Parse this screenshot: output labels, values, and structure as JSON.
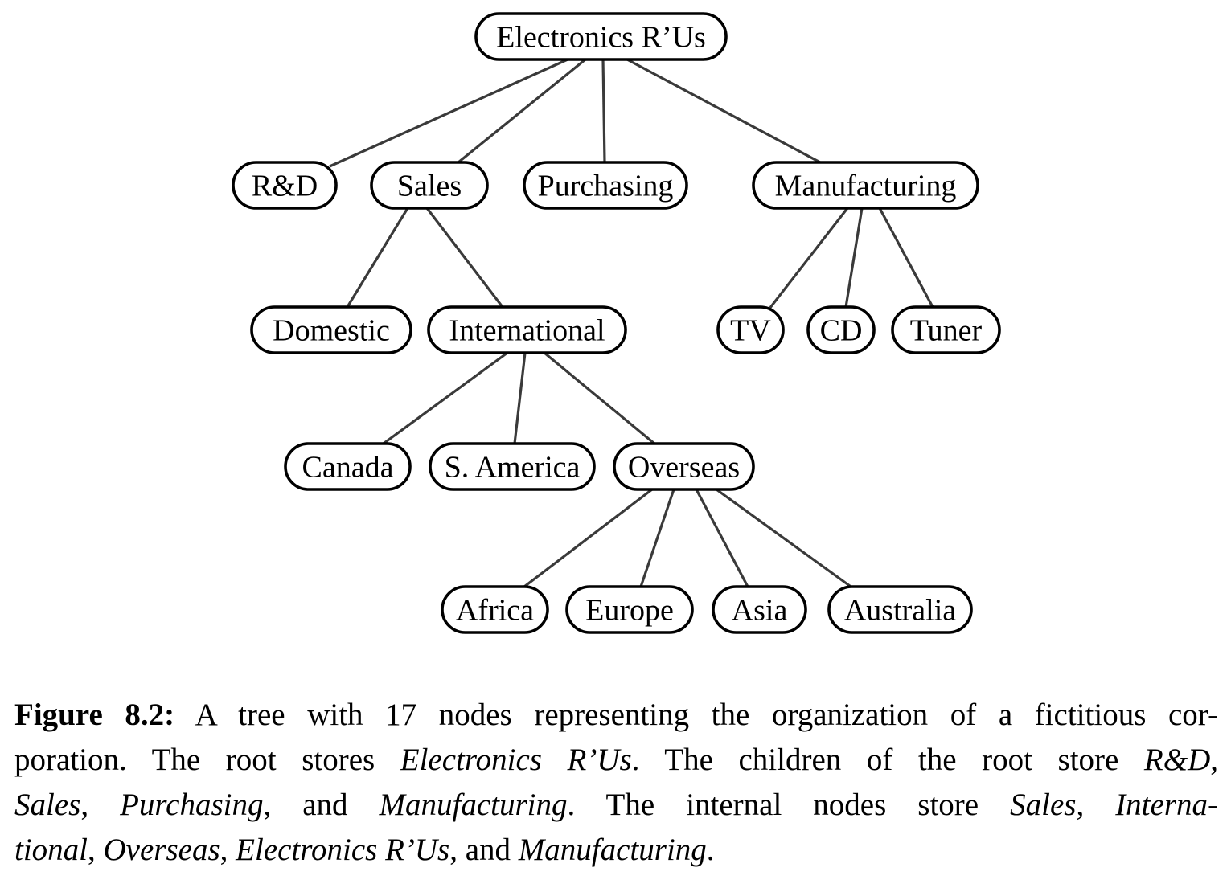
{
  "figure": {
    "nodes": [
      {
        "id": "root",
        "label": "Electronics R’Us"
      },
      {
        "id": "rd",
        "label": "R&D"
      },
      {
        "id": "sales",
        "label": "Sales"
      },
      {
        "id": "purchasing",
        "label": "Purchasing"
      },
      {
        "id": "manufacturing",
        "label": "Manufacturing"
      },
      {
        "id": "domestic",
        "label": "Domestic"
      },
      {
        "id": "international",
        "label": "International"
      },
      {
        "id": "tv",
        "label": "TV"
      },
      {
        "id": "cd",
        "label": "CD"
      },
      {
        "id": "tuner",
        "label": "Tuner"
      },
      {
        "id": "canada",
        "label": "Canada"
      },
      {
        "id": "samerica",
        "label": "S. America"
      },
      {
        "id": "overseas",
        "label": "Overseas"
      },
      {
        "id": "africa",
        "label": "Africa"
      },
      {
        "id": "europe",
        "label": "Europe"
      },
      {
        "id": "asia",
        "label": "Asia"
      },
      {
        "id": "australia",
        "label": "Australia"
      }
    ],
    "edges": [
      [
        "root",
        "rd"
      ],
      [
        "root",
        "sales"
      ],
      [
        "root",
        "purchasing"
      ],
      [
        "root",
        "manufacturing"
      ],
      [
        "sales",
        "domestic"
      ],
      [
        "sales",
        "international"
      ],
      [
        "manufacturing",
        "tv"
      ],
      [
        "manufacturing",
        "cd"
      ],
      [
        "manufacturing",
        "tuner"
      ],
      [
        "international",
        "canada"
      ],
      [
        "international",
        "samerica"
      ],
      [
        "international",
        "overseas"
      ],
      [
        "overseas",
        "africa"
      ],
      [
        "overseas",
        "europe"
      ],
      [
        "overseas",
        "asia"
      ],
      [
        "overseas",
        "australia"
      ]
    ]
  },
  "caption": {
    "label": "Figure 8.2:",
    "line1": "A tree with 17 nodes representing the organization of a fictitious cor-",
    "line2_a": "poration.  The root stores ",
    "line2_b": "Electronics R’Us",
    "line2_c": ".  The children of the root store ",
    "line2_d": "R&D",
    "line2_e": ",",
    "line3_a": "Sales",
    "line3_b": ", ",
    "line3_c": "Purchasing",
    "line3_d": ", and ",
    "line3_e": "Manufacturing",
    "line3_f": ".  The internal nodes store ",
    "line3_g": "Sales",
    "line3_h": ", ",
    "line3_i": "Interna-",
    "line4_a": "tional",
    "line4_b": ", ",
    "line4_c": "Overseas",
    "line4_d": ", ",
    "line4_e": "Electronics R’Us",
    "line4_f": ", and ",
    "line4_g": "Manufacturing",
    "line4_h": "."
  }
}
